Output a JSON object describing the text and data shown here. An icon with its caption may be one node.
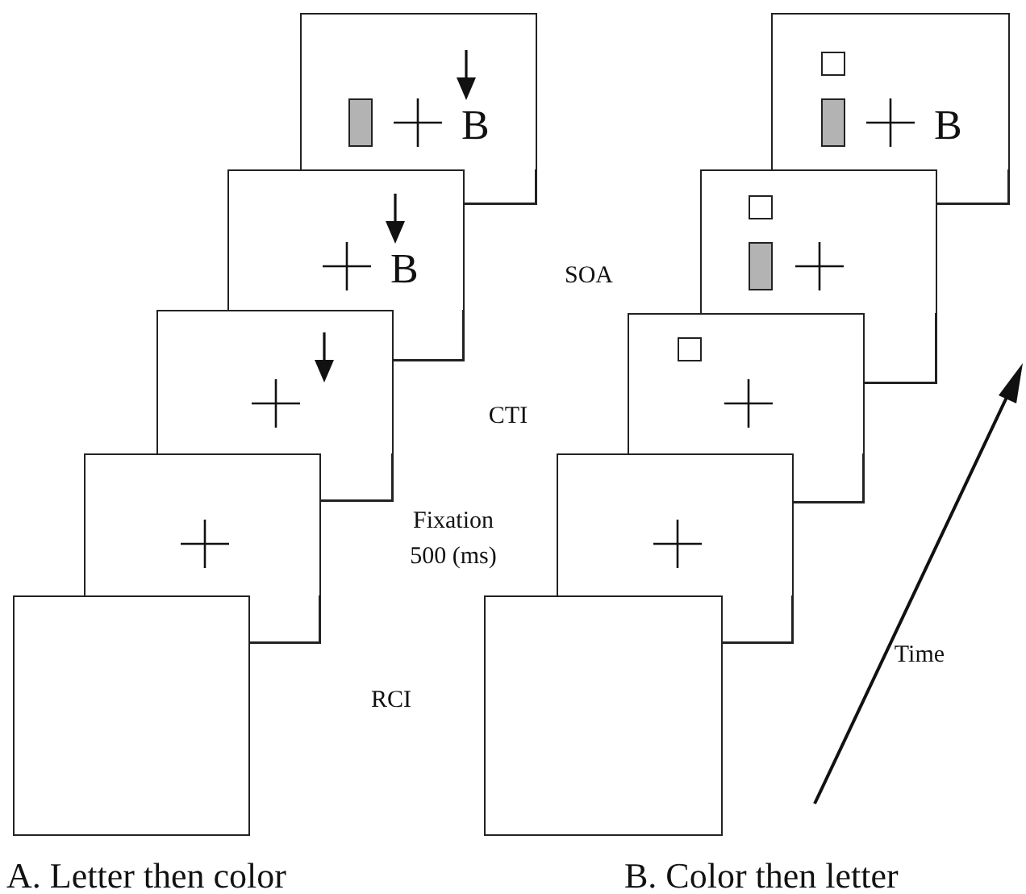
{
  "diagram": {
    "nodes": [
      {
        "text": [
          "B"
        ]
      },
      {
        "text": [
          "B"
        ]
      },
      {
        "text": [],
        "shape": "box"
      },
      {
        "text": [],
        "shape": "box"
      },
      {
        "text": [],
        "shape": "box"
      },
      {
        "text": [
          "B"
        ]
      },
      {
        "text": [],
        "shape": "box"
      },
      {
        "text": [],
        "shape": "box"
      },
      {
        "text": [],
        "shape": "box"
      },
      {
        "text": [],
        "shape": "box"
      }
    ],
    "labels": [
      "SOA",
      "CTI",
      "Fixation 500 (ms)",
      "RCI",
      "Time",
      "A. Letter then color",
      "B. Color then letter"
    ]
  }
}
